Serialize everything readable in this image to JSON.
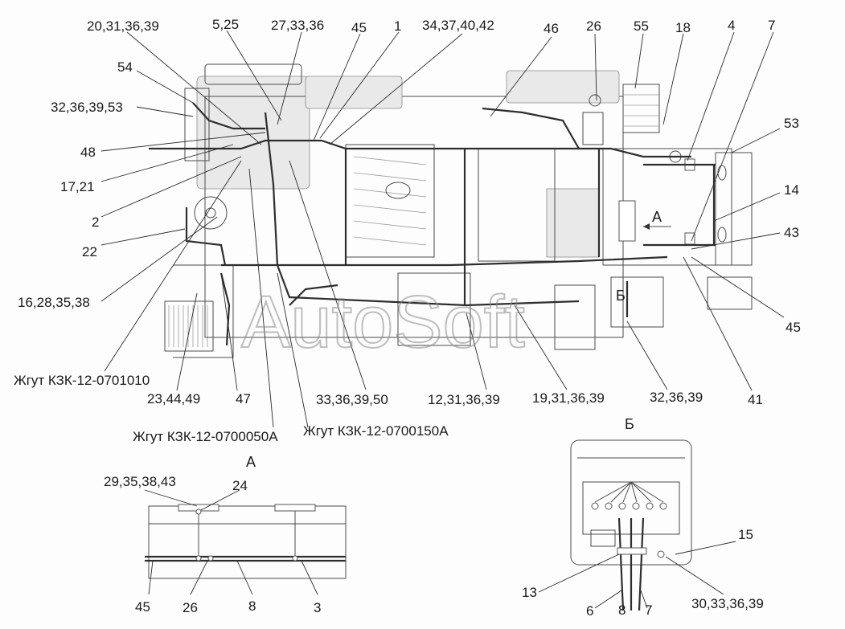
{
  "watermark": "AutoSoft",
  "view_titles": {
    "view_a": "А",
    "view_b": "Б",
    "inline_a": "А",
    "inline_b": "Б"
  },
  "labels": {
    "l_20_31_36_39": "20,31,36,39",
    "l_5_25": "5,25",
    "l_27_33_36": "27,33,36",
    "l_45_top": "45",
    "l_1": "1",
    "l_34_37_40_42": "34,37,40,42",
    "l_46": "46",
    "l_26_top": "26",
    "l_55": "55",
    "l_18": "18",
    "l_4": "4",
    "l_7_top": "7",
    "l_54": "54",
    "l_32_36_39_53": "32,36,39,53",
    "l_48": "48",
    "l_17_21": "17,21",
    "l_2": "2",
    "l_22": "22",
    "l_16_28_35_38": "16,28,35,38",
    "l_53": "53",
    "l_14": "14",
    "l_43": "43",
    "l_45_right": "45",
    "l_41": "41",
    "l_harness_0701010": "Жгут КЗК-12-0701010",
    "l_23_44_49": "23,44,49",
    "l_47": "47",
    "l_33_36_39_50": "33,36,39,50",
    "l_12_31_36_39": "12,31,36,39",
    "l_19_31_36_39": "19,31,36,39",
    "l_32_36_39": "32,36,39",
    "l_harness_0700050": "Жгут КЗК-12-0700050А",
    "l_harness_0700150": "Жгут КЗК-12-0700150А",
    "l_29_35_38_43": "29,35,38,43",
    "l_24": "24",
    "l_45_a": "45",
    "l_26_a": "26",
    "l_8_a": "8",
    "l_3": "3",
    "l_15": "15",
    "l_13": "13",
    "l_6": "6",
    "l_8_b": "8",
    "l_7_b": "7",
    "l_30_33_36_39": "30,33,36,39"
  }
}
